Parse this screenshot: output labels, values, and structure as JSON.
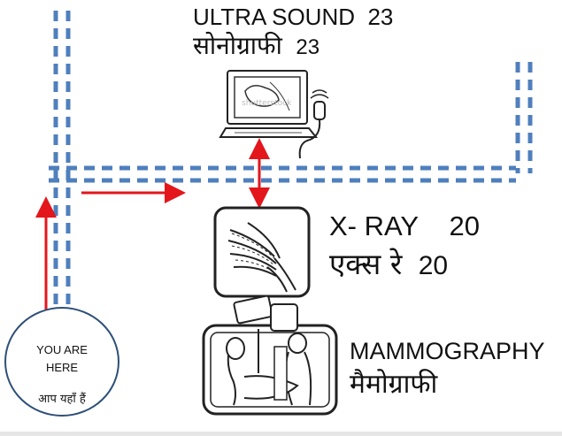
{
  "ultrasound": {
    "title_en": "ULTRA SOUND",
    "room_en": "23",
    "title_hi": "सोनोग्राफी",
    "room_hi": "23",
    "watermark": "shutterstock"
  },
  "xray": {
    "title_en": "X- RAY",
    "room_en": "20",
    "title_hi": "एक्स रे",
    "room_hi": "20"
  },
  "mammography": {
    "title_en": "MAMMOGRAPHY",
    "title_hi": "मैमोग्राफी"
  },
  "you_are_here": {
    "line1": "YOU ARE",
    "line2": "HERE",
    "line_hi": "आप यहाँ हैं"
  },
  "colors": {
    "corridor": "#4f7fbd",
    "arrow": "#e3161b",
    "circle_border": "#2d4f78"
  },
  "icons": [
    "ultrasound-machine-icon",
    "xray-hand-icon",
    "mammography-machine-icon"
  ]
}
